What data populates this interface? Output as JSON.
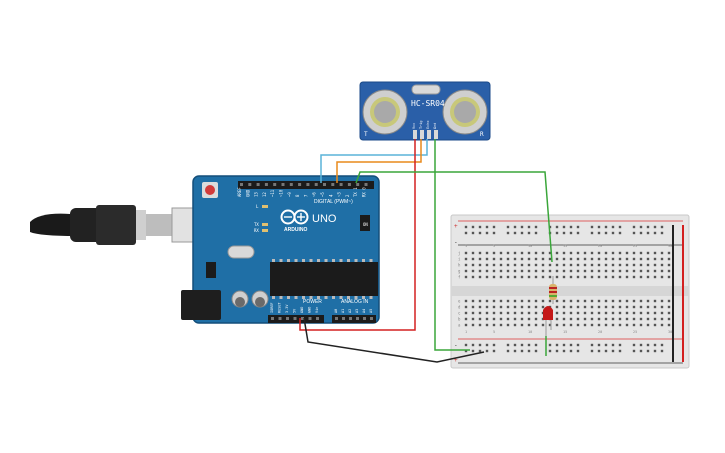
{
  "sensor": {
    "model": "HC-SR04",
    "left_mark": "T",
    "right_mark": "R",
    "pins": [
      "Vcc",
      "Trig",
      "Echo",
      "Gnd"
    ]
  },
  "arduino": {
    "brand": "ARDUINO",
    "model": "UNO",
    "digital_label": "DIGITAL (PWM~)",
    "power_label": "POWER",
    "analog_label": "ANALOG IN",
    "on_label": "ON",
    "tx_label": "TX",
    "rx_label": "RX",
    "l_label": "L",
    "digital_pins": [
      "AREF",
      "GND",
      "13",
      "12",
      "~11",
      "~10",
      "~9",
      "8",
      "7",
      "~6",
      "~5",
      "4",
      "~3",
      "2",
      "TX 1",
      "RX 0"
    ],
    "power_pins": [
      "IOREF",
      "RESET",
      "3.3V",
      "5V",
      "GND",
      "GND",
      "Vin"
    ],
    "analog_pins": [
      "A0",
      "A1",
      "A2",
      "A3",
      "A4",
      "A5"
    ]
  },
  "breadboard": {
    "rail_plus": "+",
    "rail_minus": "-",
    "row_letters_top": [
      "j",
      "i",
      "h",
      "g",
      "f"
    ],
    "row_letters_bottom": [
      "e",
      "d",
      "c",
      "b",
      "a"
    ],
    "column_numbers": [
      "1",
      "5",
      "10",
      "15",
      "20",
      "25",
      "30"
    ]
  },
  "colors": {
    "board": "#1f6fa6",
    "board_edge": "#144f7a",
    "sensor": "#2a5fa8",
    "wire_vcc": "#d32020",
    "wire_gnd": "#222222",
    "wire_trig": "#e98a1c",
    "wire_echo": "#5ab3d9",
    "wire_led": "#3aa63a",
    "led": "#c41818",
    "breadboard": "#e6e6e6"
  }
}
